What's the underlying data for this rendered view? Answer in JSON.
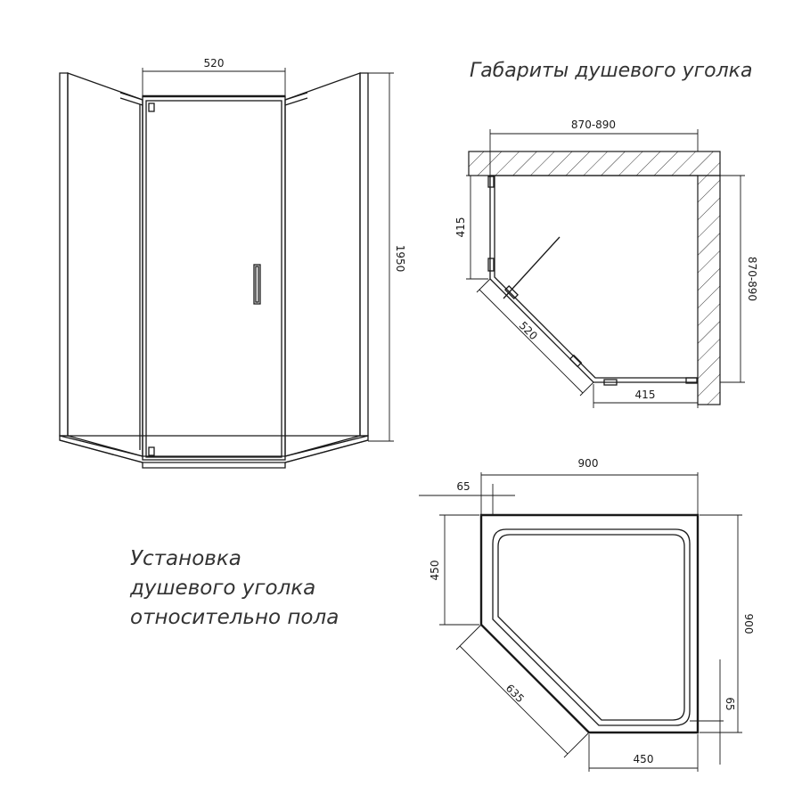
{
  "front_view": {
    "width_label": "520",
    "height_label": "1950"
  },
  "top_view": {
    "title": "Габариты душевого уголка",
    "width_label": "870-890",
    "depth_label": "870-890",
    "side_left_label": "415",
    "diagonal_label": "520",
    "side_bottom_label": "415"
  },
  "tray_view": {
    "width_label": "900",
    "offset_top_label": "65",
    "side_left_label": "450",
    "depth_label": "900",
    "offset_right_label": "65",
    "diagonal_label": "635",
    "side_bottom_label": "450"
  },
  "caption": {
    "line1": "Установка",
    "line2": "душевого уголка",
    "line3": "относительно пола"
  }
}
